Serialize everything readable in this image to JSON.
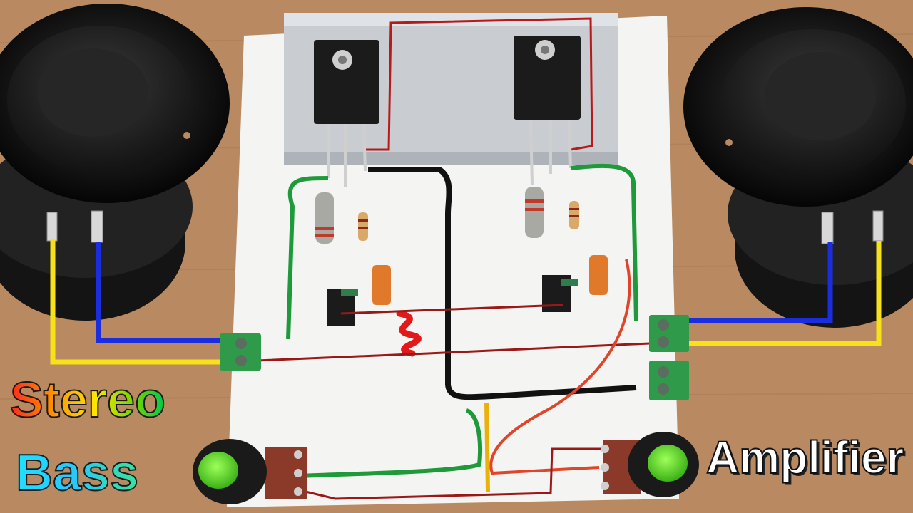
{
  "captions": {
    "stereo": "Stereo",
    "bass": "Bass",
    "amplifier": "Amplifier"
  },
  "colors": {
    "table_wood": "#b98a62",
    "board": "#f4f4f2",
    "heatsink": "#c9cdd2",
    "transistor": "#1b1b1b",
    "wire_yellow": "#f7e21a",
    "wire_blue": "#1a2ee0",
    "wire_green": "#1f9a3a",
    "wire_red": "#b81a1a",
    "wire_black": "#111111",
    "terminal_green": "#2f9a4a",
    "knob_green": "#6be03a"
  },
  "icons": [
    "speaker-icon",
    "transistor-icon",
    "resistor-icon",
    "capacitor-icon",
    "terminal-block-icon",
    "potentiometer-icon"
  ]
}
